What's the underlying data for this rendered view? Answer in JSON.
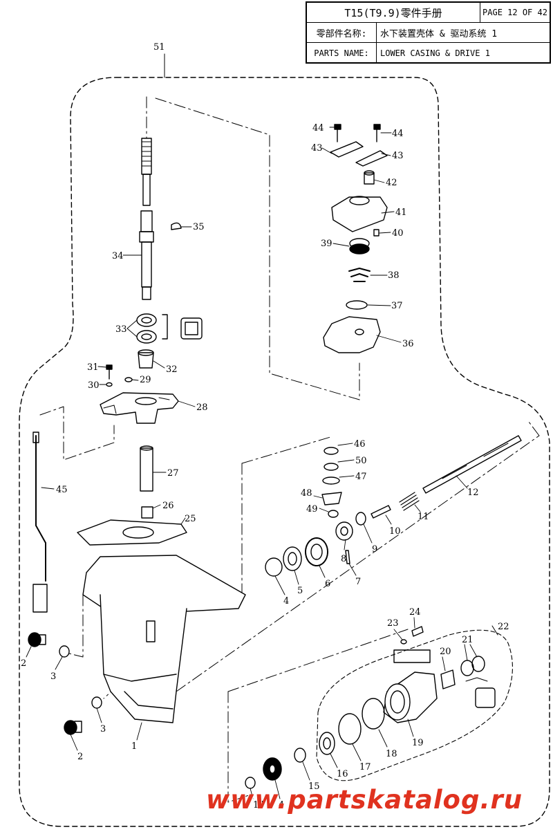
{
  "header": {
    "manual_title": "T15(T9.9)零件手册",
    "page": "PAGE 12 OF 42",
    "name_cn_label": "零部件名称:",
    "name_cn_value": "水下装置壳体 & 驱动系统 1",
    "name_en_label": "PARTS NAME:",
    "name_en_value": "LOWER CASING & DRIVE 1"
  },
  "callouts": [
    "51",
    "44",
    "44",
    "43",
    "43",
    "42",
    "41",
    "40",
    "39",
    "38",
    "37",
    "36",
    "35",
    "34",
    "33",
    "32",
    "31",
    "30",
    "29",
    "28",
    "27",
    "26",
    "25",
    "45",
    "46",
    "50",
    "47",
    "48",
    "49",
    "12",
    "11",
    "10",
    "9",
    "8",
    "7",
    "6",
    "5",
    "4",
    "2",
    "3",
    "1",
    "2",
    "3",
    "22",
    "23",
    "24",
    "21",
    "20",
    "19",
    "18",
    "17",
    "16",
    "15",
    "14",
    "4"
  ],
  "watermark": "www.partskatalog.ru",
  "colors": {
    "line": "#000000",
    "watermark": "#e0321f"
  }
}
